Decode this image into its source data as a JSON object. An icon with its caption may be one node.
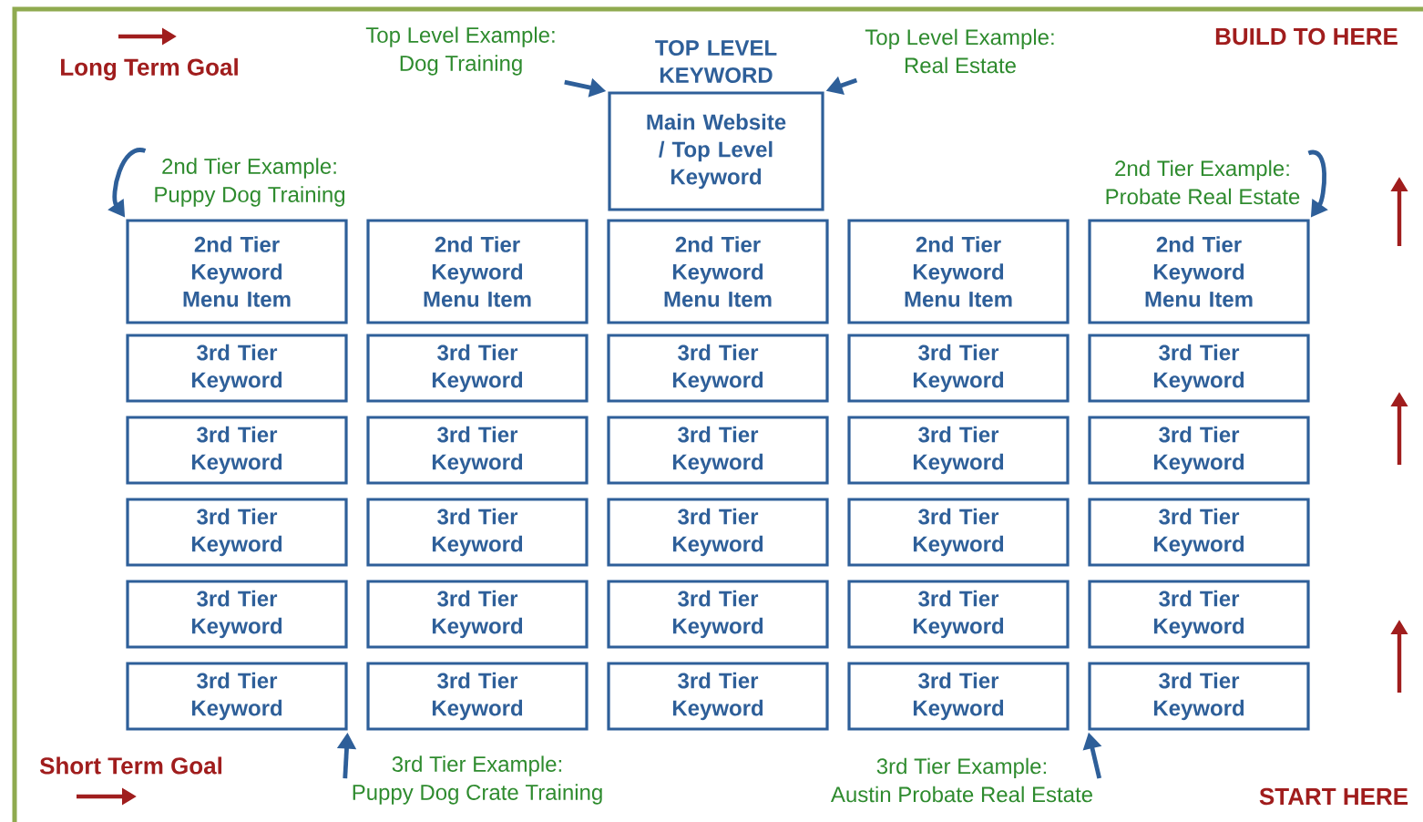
{
  "diagram": {
    "nodes": [
      {
        "text": [
          "TOP LEVEL KEYWORD",
          "Main Website / Top Level Keyword"
        ]
      },
      {
        "text": [
          "2nd Tier Keyword Menu Item"
        ]
      },
      {
        "text": [
          "2nd Tier Keyword Menu Item"
        ]
      },
      {
        "text": [
          "2nd Tier Keyword Menu Item"
        ]
      },
      {
        "text": [
          "2nd Tier Keyword Menu Item"
        ]
      },
      {
        "text": [
          "2nd Tier Keyword Menu Item"
        ]
      },
      {
        "text": [
          "3rd Tier Keyword"
        ]
      },
      {
        "text": [
          "3rd Tier Keyword"
        ]
      },
      {
        "text": [
          "3rd Tier Keyword"
        ]
      },
      {
        "text": [
          "3rd Tier Keyword"
        ]
      },
      {
        "text": [
          "3rd Tier Keyword"
        ]
      },
      {
        "text": [
          "3rd Tier Keyword"
        ]
      },
      {
        "text": [
          "3rd Tier Keyword"
        ]
      },
      {
        "text": [
          "3rd Tier Keyword"
        ]
      },
      {
        "text": [
          "3rd Tier Keyword"
        ]
      },
      {
        "text": [
          "3rd Tier Keyword"
        ]
      },
      {
        "text": [
          "3rd Tier Keyword"
        ]
      },
      {
        "text": [
          "3rd Tier Keyword"
        ]
      },
      {
        "text": [
          "3rd Tier Keyword"
        ]
      },
      {
        "text": [
          "3rd Tier Keyword"
        ]
      },
      {
        "text": [
          "3rd Tier Keyword"
        ]
      },
      {
        "text": [
          "3rd Tier Keyword"
        ]
      },
      {
        "text": [
          "3rd Tier Keyword"
        ]
      },
      {
        "text": [
          "3rd Tier Keyword"
        ]
      },
      {
        "text": [
          "3rd Tier Keyword"
        ]
      },
      {
        "text": [
          "3rd Tier Keyword"
        ]
      },
      {
        "text": [
          "3rd Tier Keyword"
        ]
      },
      {
        "text": [
          "3rd Tier Keyword"
        ]
      },
      {
        "text": [
          "3rd Tier Keyword"
        ]
      },
      {
        "text": [
          "3rd Tier Keyword"
        ]
      },
      {
        "text": [
          "3rd Tier Keyword"
        ]
      },
      {
        "text": [
          "Top Level Example:",
          "Dog Training"
        ]
      },
      {
        "text": [
          "Top Level Example:",
          "Real Estate"
        ]
      },
      {
        "text": [
          "2nd Tier Example:",
          "Puppy Dog Training"
        ]
      },
      {
        "text": [
          "2nd Tier Example:",
          "Probate Real Estate"
        ]
      },
      {
        "text": [
          "3rd Tier Example:",
          "Puppy Dog Crate Training"
        ]
      },
      {
        "text": [
          "3rd Tier Example:",
          "Austin Probate Real Estate"
        ]
      }
    ],
    "edges": [
      {
        "from": 31,
        "to": 0,
        "arrow": "to"
      },
      {
        "from": 32,
        "to": 0,
        "arrow": "to"
      },
      {
        "from": 33,
        "to": 1,
        "arrow": "to"
      },
      {
        "from": 34,
        "to": 5,
        "arrow": "to"
      },
      {
        "from": 35,
        "to": 26,
        "arrow": "to"
      },
      {
        "from": 36,
        "to": 30,
        "arrow": "to"
      }
    ],
    "labels": [
      "Long Term Goal",
      "BUILD TO HERE",
      "Short Term Goal",
      "START HERE"
    ]
  }
}
